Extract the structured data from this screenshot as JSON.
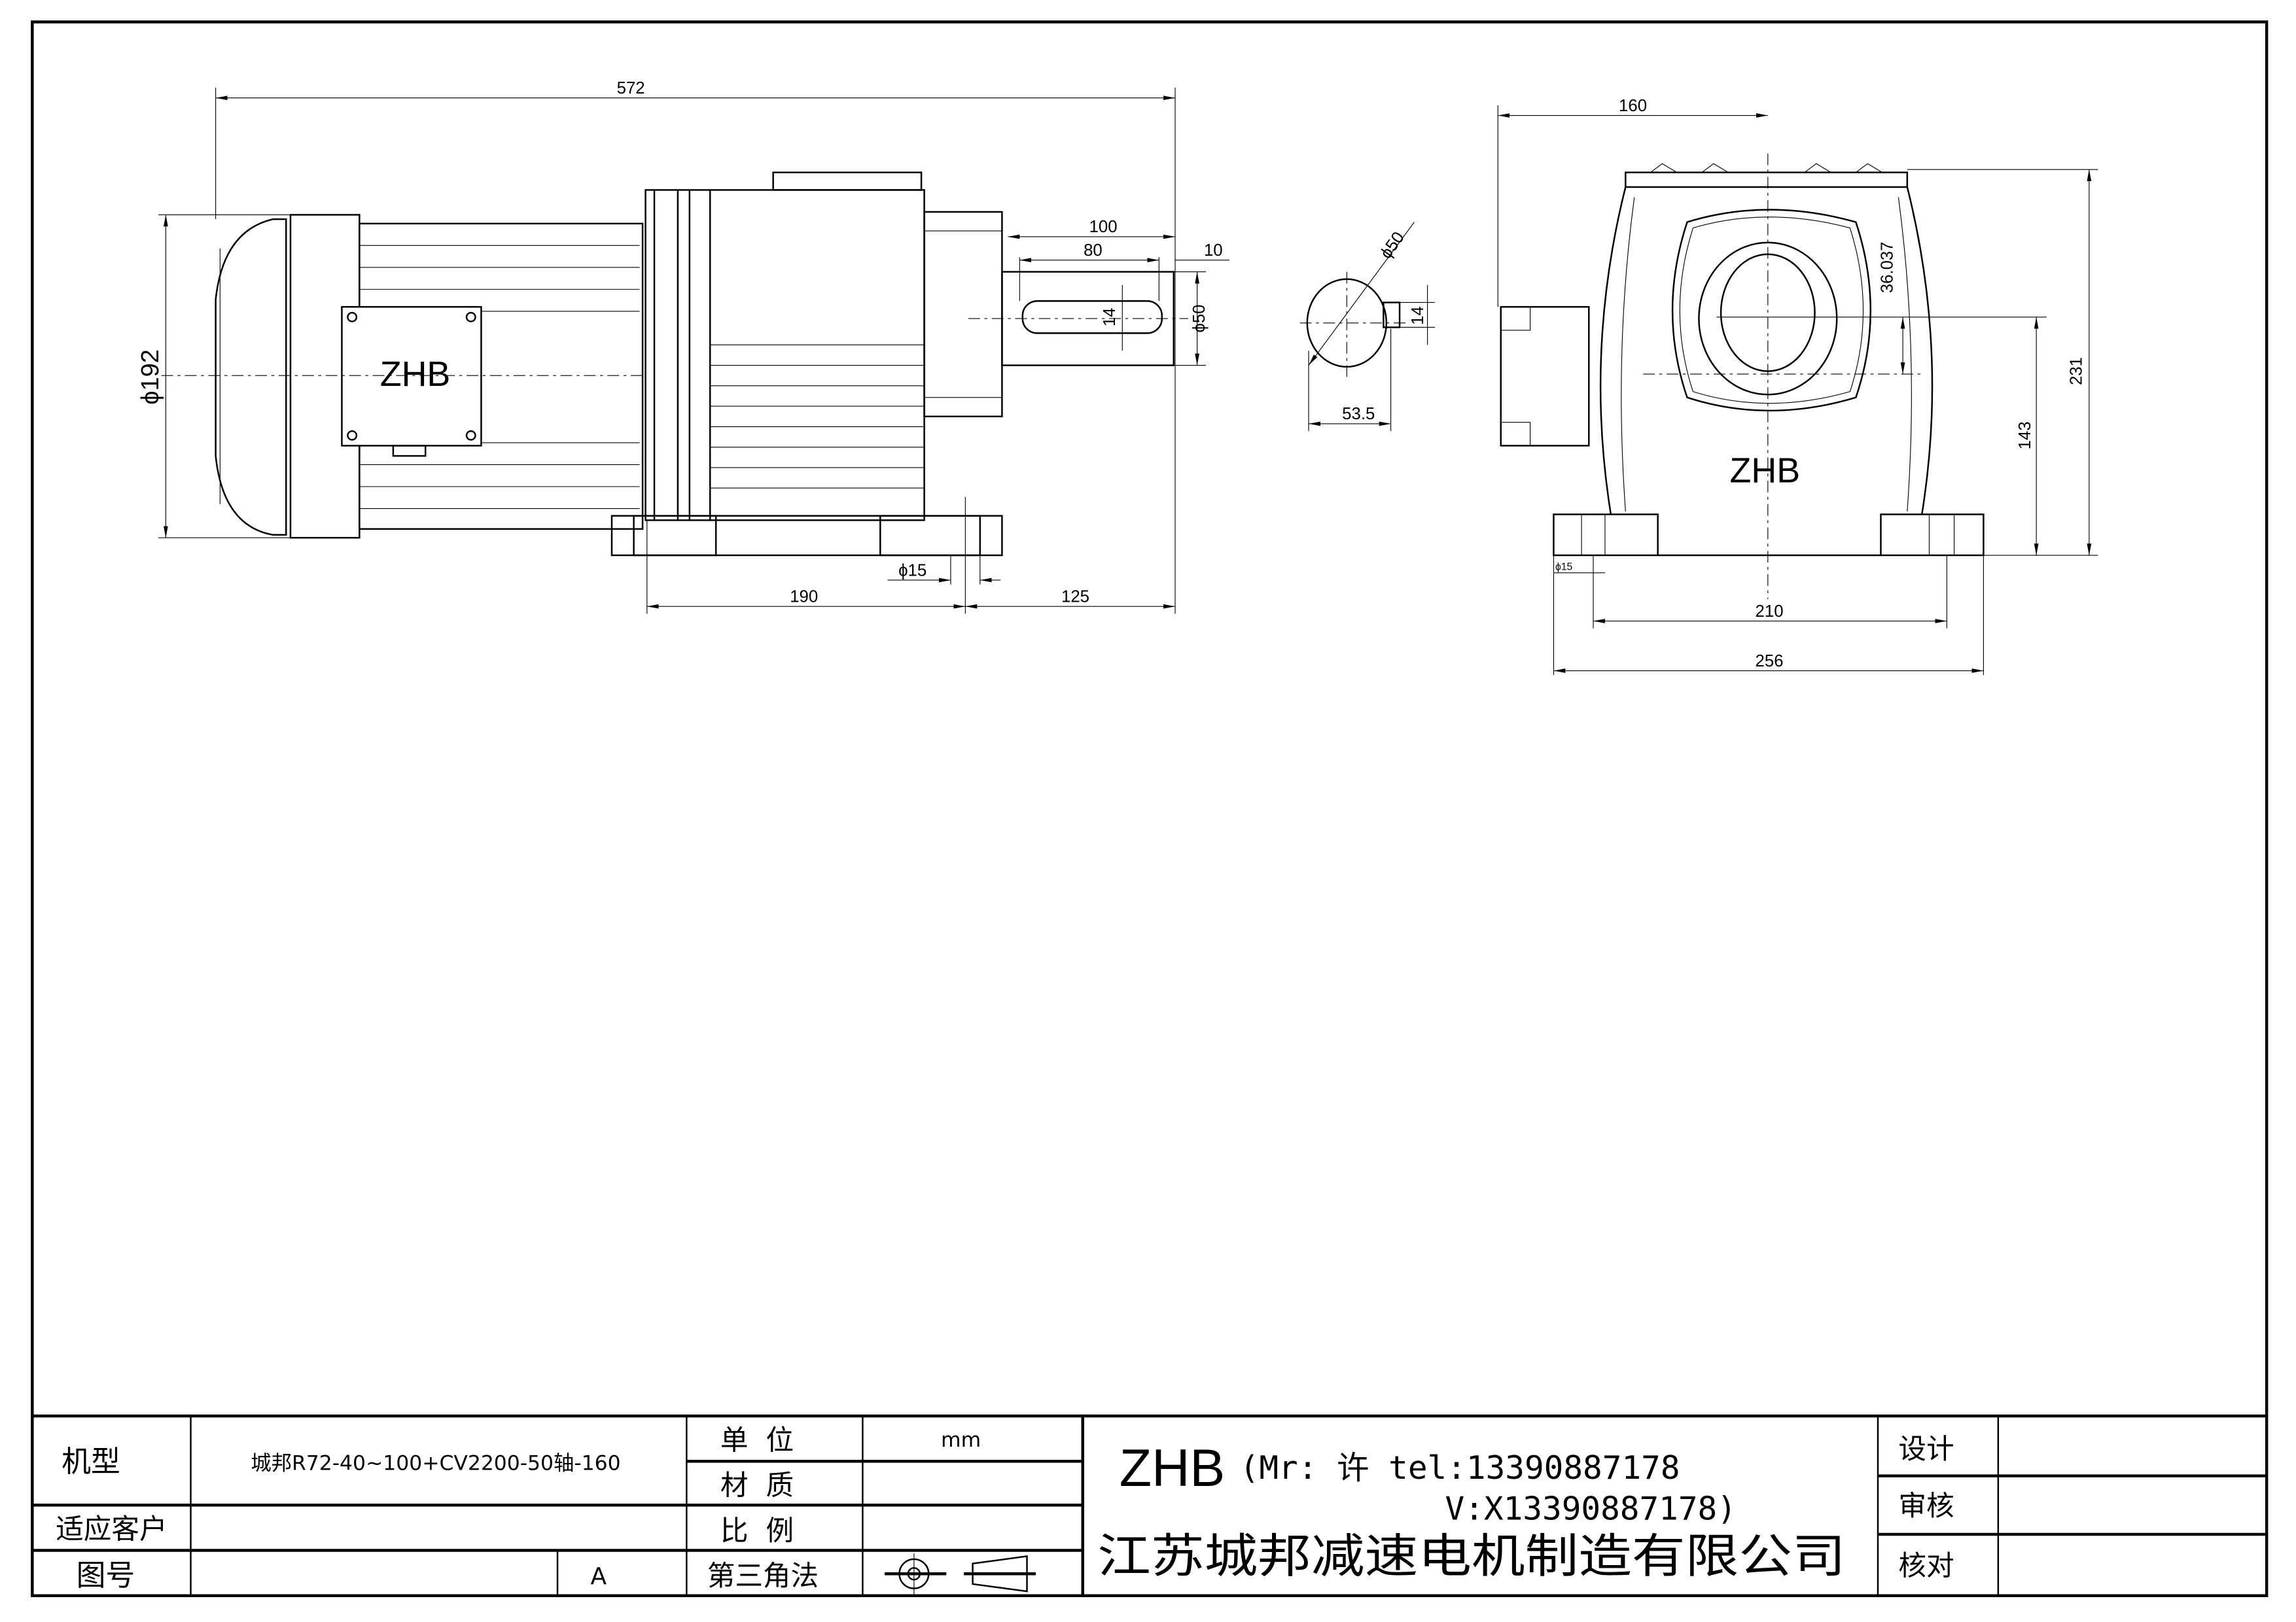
{
  "side_view": {
    "brand": "ZHB",
    "dims": {
      "overall_length": "572",
      "shaft_length": "100",
      "key_length": "80",
      "shaft_offset": "10",
      "shaft_dia": "ϕ50",
      "key_width": "14",
      "motor_dia": "ϕ192",
      "hole_dia": "ϕ15",
      "foot_spacing": "190",
      "foot_to_end": "125"
    }
  },
  "section_view": {
    "dims": {
      "shaft_dia": "ϕ50",
      "key_width": "14",
      "key_height": "53.5"
    }
  },
  "front_view": {
    "brand": "ZHB",
    "dims": {
      "motor_offset": "160",
      "offset": "36.037",
      "shaft_height": "143",
      "overall_height": "231",
      "hole_dia": "ϕ15",
      "hole_spacing": "210",
      "base_width": "256"
    }
  },
  "title_block": {
    "model_label": "机型",
    "model_value": "城邦R72-40~100+CV2200-50轴-160",
    "customer_label": "适应客户",
    "drawing_no_label": "图号",
    "revision": "A",
    "unit_label": "单  位",
    "unit_value": "mm",
    "material_label": "材  质",
    "scale_label": "比  例",
    "projection_label": "第三角法",
    "company_brand": "ZHB",
    "contact_line1": "(Mr: 许 tel:13390887178",
    "contact_line2": "V:X13390887178)",
    "company_name": "江苏城邦减速电机制造有限公司",
    "design_label": "设计",
    "review_label": "审核",
    "check_label": "核对"
  }
}
